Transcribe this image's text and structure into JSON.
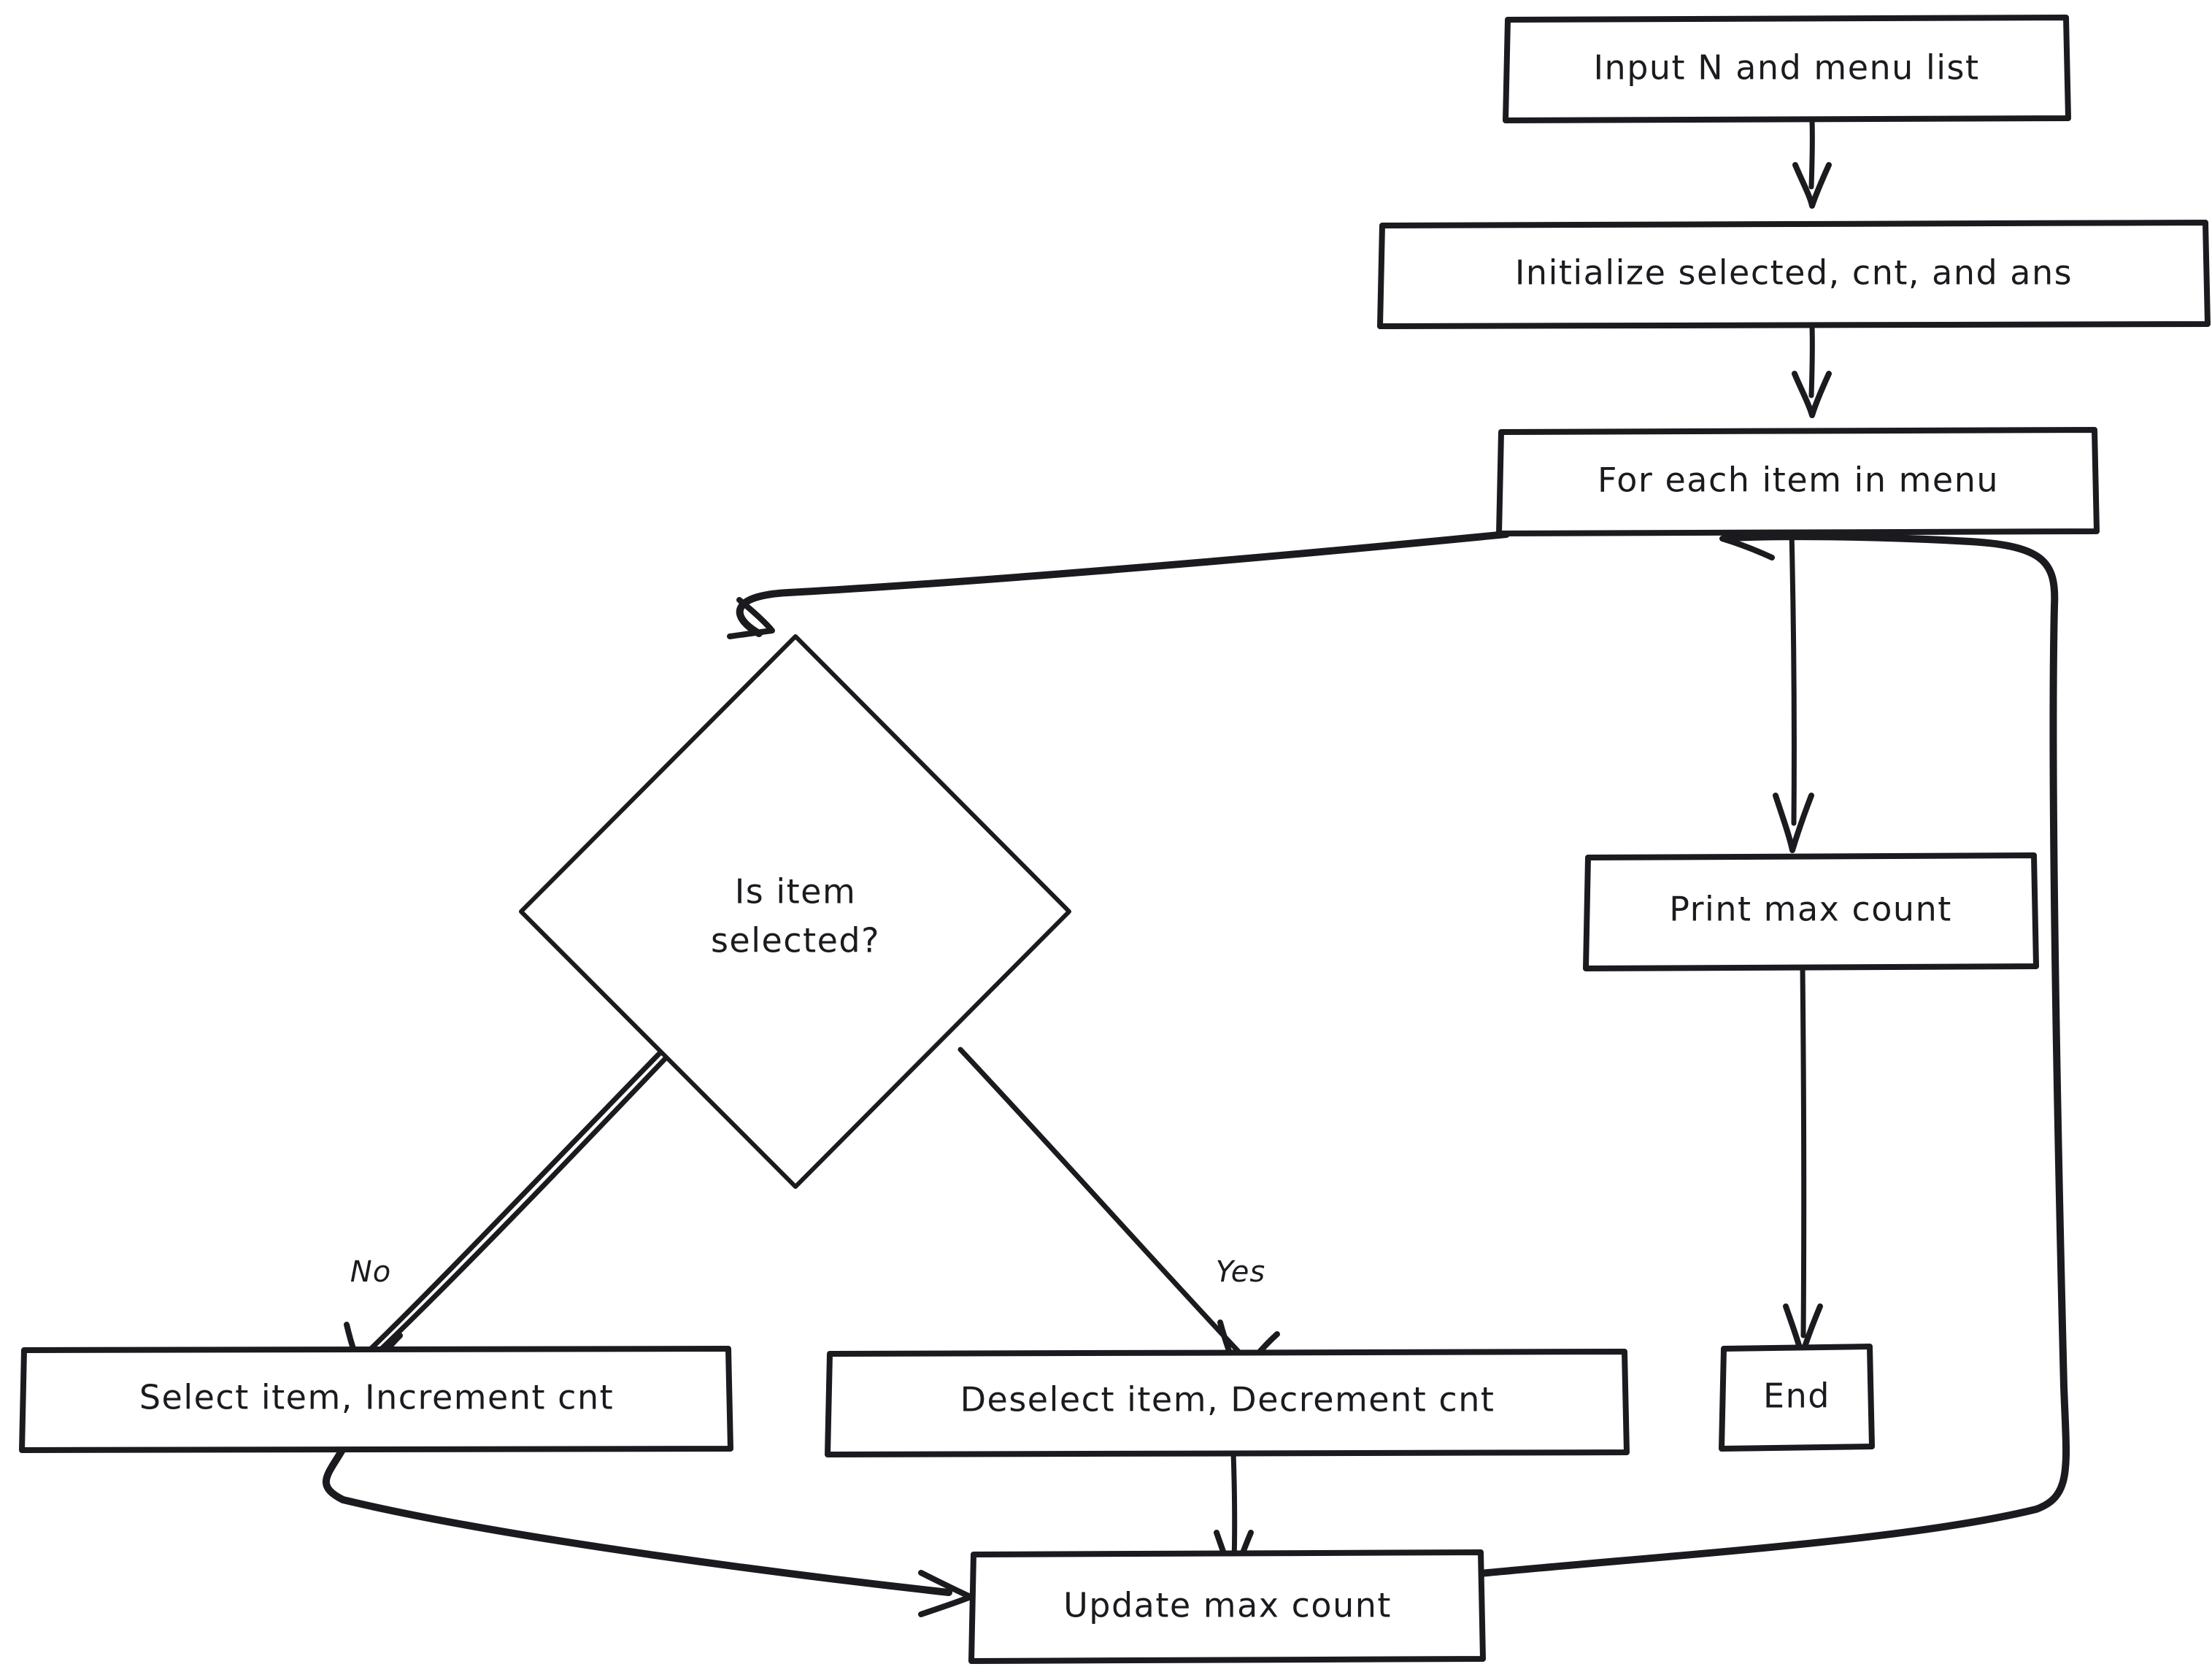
{
  "diagram": {
    "title": "Menu selection max-count flowchart",
    "background_color": "#ffffff",
    "stroke_color": "#1b1b1f",
    "nodes": [
      {
        "id": "input",
        "label": "Input N and menu list",
        "shape": "rectangle"
      },
      {
        "id": "init",
        "label": "Initialize selected, cnt, and ans",
        "shape": "rectangle"
      },
      {
        "id": "loop",
        "label": "For each item in menu",
        "shape": "rectangle"
      },
      {
        "id": "decision",
        "label_line1": "Is item",
        "label_line2": "selected?",
        "shape": "diamond"
      },
      {
        "id": "select",
        "label": "Select item, Increment cnt",
        "shape": "rectangle"
      },
      {
        "id": "deselect",
        "label": "Deselect item, Decrement cnt",
        "shape": "rectangle"
      },
      {
        "id": "update",
        "label": "Update max count",
        "shape": "rectangle"
      },
      {
        "id": "print",
        "label": "Print max count",
        "shape": "rectangle"
      },
      {
        "id": "end",
        "label": "End",
        "shape": "rectangle"
      }
    ],
    "edges": [
      {
        "from": "input",
        "to": "init",
        "label": ""
      },
      {
        "from": "init",
        "to": "loop",
        "label": ""
      },
      {
        "from": "loop",
        "to": "decision",
        "label": ""
      },
      {
        "from": "decision",
        "to": "select",
        "label": "No"
      },
      {
        "from": "decision",
        "to": "deselect",
        "label": "Yes"
      },
      {
        "from": "select",
        "to": "update",
        "label": ""
      },
      {
        "from": "deselect",
        "to": "update",
        "label": ""
      },
      {
        "from": "update",
        "to": "loop",
        "label": ""
      },
      {
        "from": "loop",
        "to": "print",
        "label": ""
      },
      {
        "from": "print",
        "to": "end",
        "label": ""
      }
    ],
    "edge_labels": {
      "no": "No",
      "yes": "Yes"
    }
  }
}
